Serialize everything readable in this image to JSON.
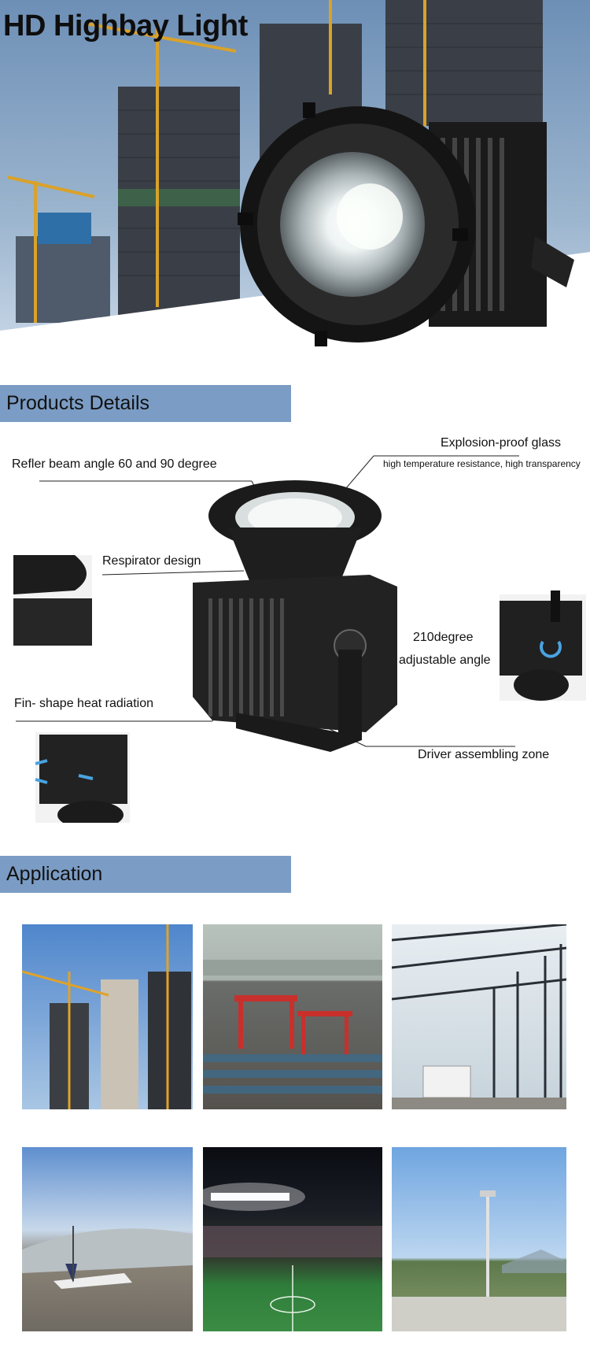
{
  "hero": {
    "title": "HD Highbay Light"
  },
  "details": {
    "heading": "Products Details",
    "callouts": {
      "beam": "Refler beam angle 60 and  90 degree",
      "glass_title": "Explosion-proof glass",
      "glass_sub": "high temperature resistance,  high transparency",
      "respirator": "Respirator design",
      "angle_value": "210degree",
      "angle_sub": "adjustable angle",
      "fin": "Fin- shape heat radiation",
      "driver": "Driver assembling zone"
    }
  },
  "application": {
    "heading": "Application"
  },
  "colors": {
    "section_bar": "#7b9cc4",
    "lamp_body": "#1b1b1b"
  }
}
